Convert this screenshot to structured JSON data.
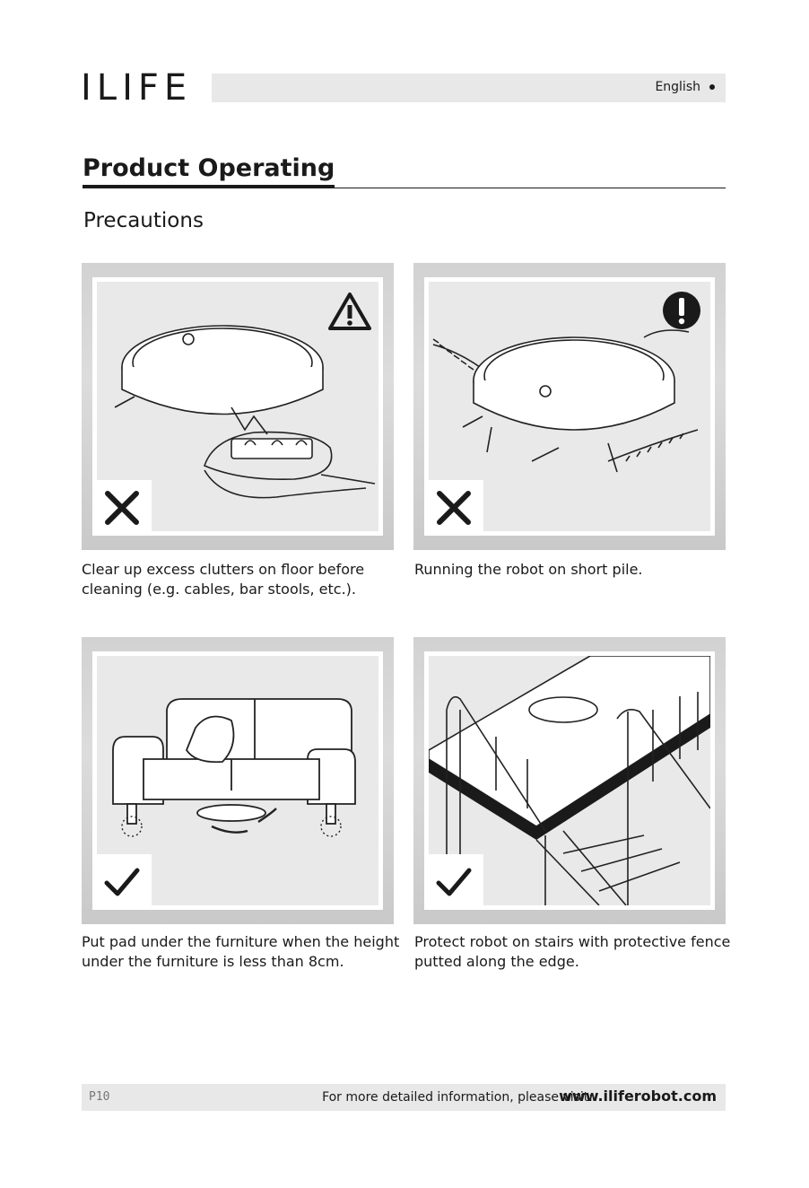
{
  "header": {
    "logo": "ILIFE",
    "language": "English"
  },
  "section": {
    "title": "Product Operating",
    "subtitle": "Precautions"
  },
  "precautions": [
    {
      "caption": "Clear up excess clutters on floor before cleaning (e.g. cables, bar stools, etc.).",
      "mark": "cross-icon",
      "badge": "warning-triangle-icon"
    },
    {
      "caption": "Running the robot on short pile.",
      "mark": "cross-icon",
      "badge": "exclamation-circle-icon"
    },
    {
      "caption": "Put pad under the furniture when the height under the furniture is less than 8cm.",
      "mark": "check-icon"
    },
    {
      "caption": "Protect robot on stairs with protective fence putted along the edge.",
      "mark": "check-icon"
    }
  ],
  "footer": {
    "page": "P10",
    "note": "For more detailed information, please visit:",
    "url": "www.iliferobot.com"
  }
}
